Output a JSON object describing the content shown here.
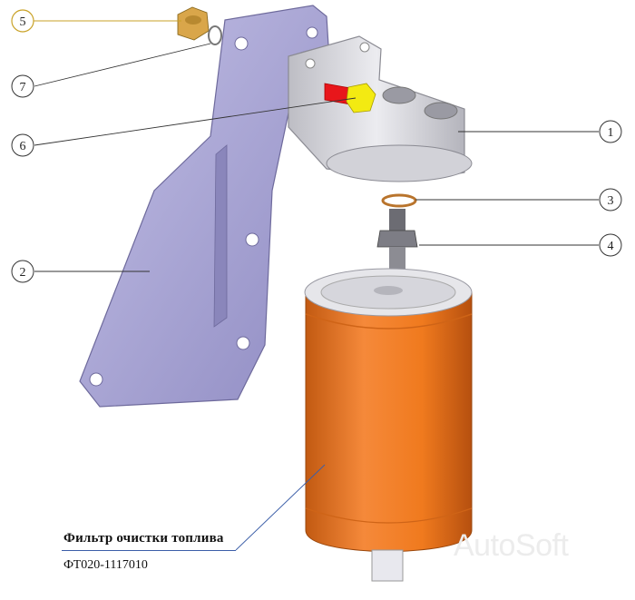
{
  "callouts": [
    {
      "number": "1",
      "part": "filter-housing"
    },
    {
      "number": "2",
      "part": "mounting-bracket"
    },
    {
      "number": "3",
      "part": "o-ring"
    },
    {
      "number": "4",
      "part": "fitting"
    },
    {
      "number": "5",
      "part": "nut"
    },
    {
      "number": "6",
      "part": "bolt"
    },
    {
      "number": "7",
      "part": "washer"
    }
  ],
  "caption": {
    "name": "Фильтр очистки топлива",
    "code": "ФТ020-1117010"
  },
  "watermark": "AutoSoft",
  "colors": {
    "bracket": "#a7a3d3",
    "housing": "#d9d9df",
    "filter_body": "#f07a1e",
    "filter_top": "#e6e6ea",
    "bolt": "#e8161b",
    "bolt_head": "#f3ea12",
    "nut": "#d9a64a",
    "callout_highlight": "#c9a227",
    "leader": "#333333",
    "caption_rule": "#3b5ea8"
  }
}
